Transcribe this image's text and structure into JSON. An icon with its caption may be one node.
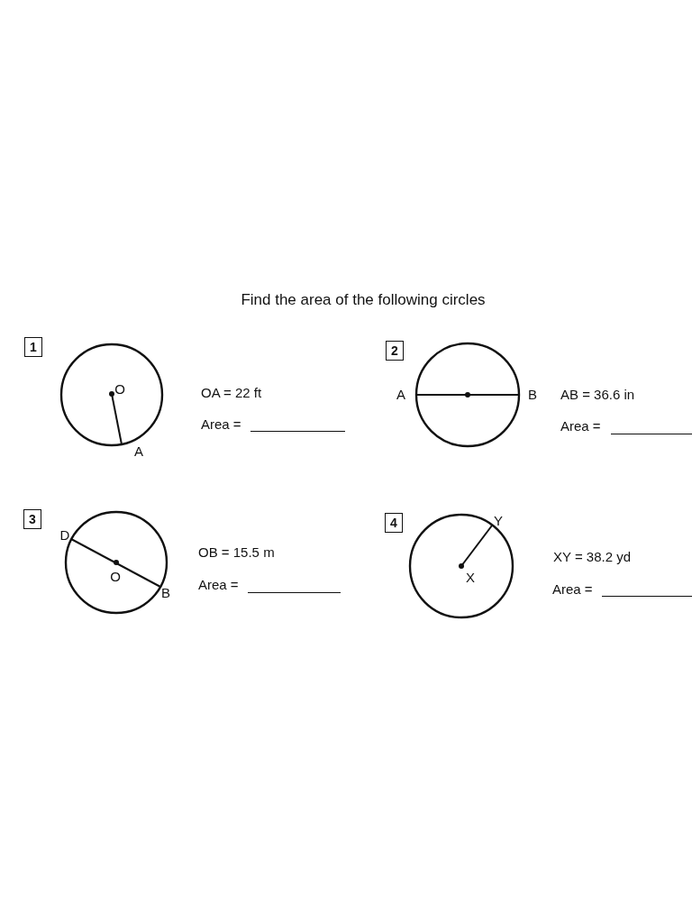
{
  "diagram": {
    "title": "Find the area of the following circles",
    "nodes": [
      {
        "text": [
          "1"
        ]
      },
      {
        "text": [
          "2"
        ]
      },
      {
        "text": [
          "3"
        ]
      },
      {
        "text": [
          "4"
        ]
      }
    ],
    "labels": [
      "O",
      "OA = 22 ft",
      "Area =",
      "A",
      "A",
      "B",
      "AB = 36.6 in",
      "Area =",
      "D",
      "OB = 15.5 m",
      "O",
      "Area =",
      "B",
      "Y",
      "XY = 38.2 yd",
      "X",
      "Area ="
    ]
  }
}
